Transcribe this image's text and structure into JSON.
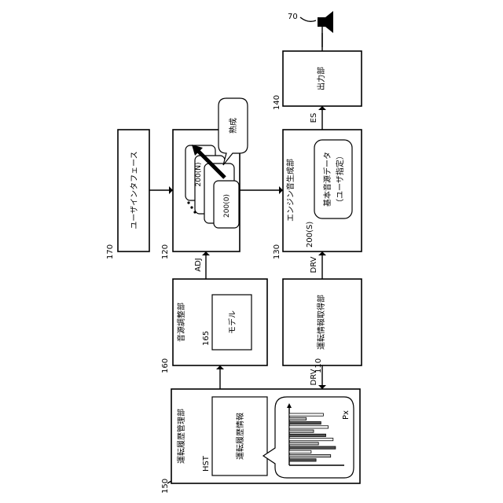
{
  "blocks": {
    "b150": {
      "ref": "150",
      "title": "運転履歴管理部",
      "inner_ref": "HST",
      "inner_label": "運転履歴情報",
      "chart_axis": "Px"
    },
    "b160": {
      "ref": "160",
      "title": "音源調整部",
      "inner_ref": "165",
      "inner_label": "モデル"
    },
    "b170": {
      "ref": "170",
      "title": "ユーザインタフェース"
    },
    "b120": {
      "ref": "120",
      "card_top": "200(N)",
      "card_bottom": "200(0)",
      "callout": "熟成"
    },
    "b110": {
      "ref": "110",
      "title": "運転情報取得部"
    },
    "b130": {
      "ref": "130",
      "title": "エンジン音生成部",
      "inner_ref": "200(S)",
      "inner_label_1": "基本音源データ",
      "inner_label_2": "（ユーザ指定）"
    },
    "b140": {
      "ref": "140",
      "title": "出力部"
    },
    "speaker": {
      "ref": "70"
    }
  },
  "signals": {
    "drv_left": "DRV",
    "drv_right": "DRV",
    "adj": "ADJ",
    "es": "ES"
  },
  "chart_data": {
    "type": "bar",
    "axis_label": "Px",
    "bars": [
      0.55,
      0.85,
      0.45,
      0.95,
      0.6,
      0.9,
      0.75,
      0.5,
      0.8,
      0.65,
      0.35,
      0.7
    ]
  }
}
